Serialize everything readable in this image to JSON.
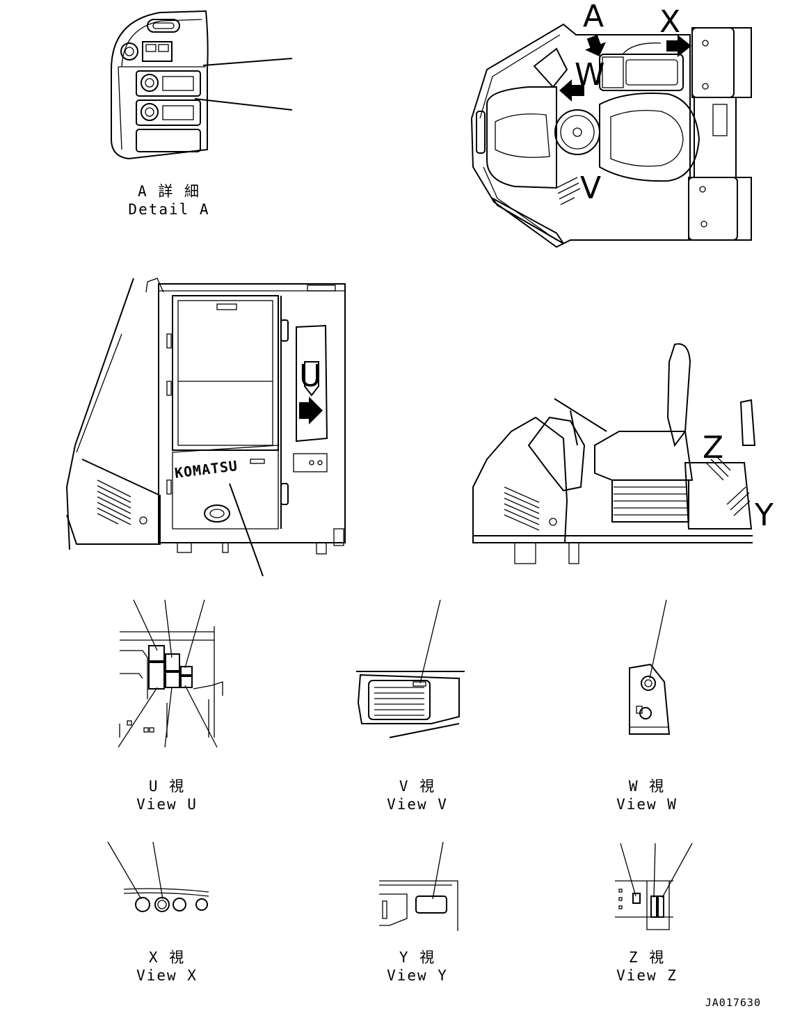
{
  "labels": {
    "detail_a_jp": "A 詳 細",
    "detail_a_en": "Detail A",
    "view_u_jp": "U 視",
    "view_u_en": "View U",
    "view_v_jp": "V 視",
    "view_v_en": "View V",
    "view_w_jp": "W 視",
    "view_w_en": "View W",
    "view_x_jp": "X 視",
    "view_x_en": "View X",
    "view_y_jp": "Y 視",
    "view_y_en": "View Y",
    "view_z_jp": "Z 視",
    "view_z_en": "View Z"
  },
  "view_letters": {
    "a": "A",
    "x": "X",
    "w": "W",
    "v": "V",
    "u": "U",
    "z": "Z",
    "y": "Y"
  },
  "brand": "KOMATSU",
  "drawing_code": "JA017630"
}
